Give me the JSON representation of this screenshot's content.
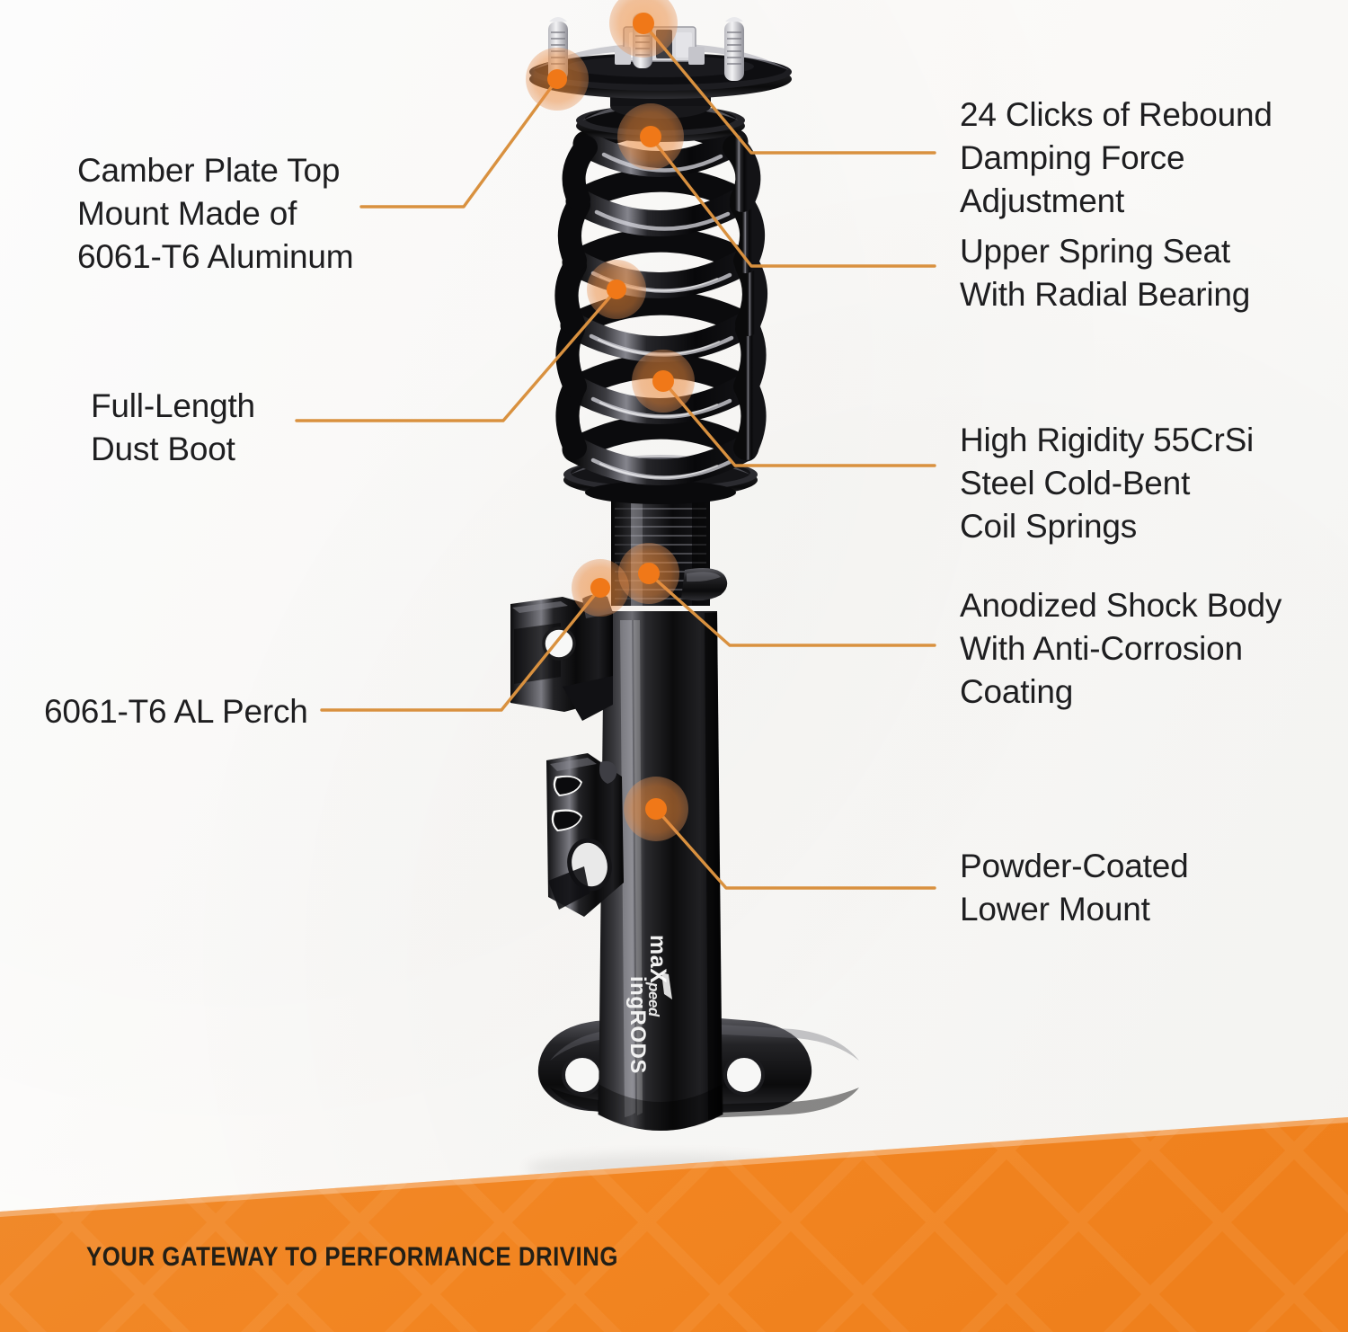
{
  "background_color": "#fbfbfa",
  "accent_color": "#f07818",
  "leader_color": "#d9913f",
  "banner_color": "#f28521",
  "product": {
    "brand_logo_text": "maXpeedingrods",
    "type": "coilover-shock-absorber-strut"
  },
  "callouts": [
    {
      "id": "camber-plate-top-mount",
      "side": "left",
      "text": "Camber Plate Top\nMount Made of\n6061-T6 Aluminum"
    },
    {
      "id": "full-length-dust-boot",
      "side": "left",
      "text": "Full-Length\nDust Boot"
    },
    {
      "id": "al-perch",
      "side": "left",
      "text": "6061-T6 AL Perch"
    },
    {
      "id": "rebound-damping",
      "side": "right",
      "text": "24 Clicks of Rebound\nDamping Force\nAdjustment"
    },
    {
      "id": "upper-spring-seat",
      "side": "right",
      "text": "Upper Spring Seat\nWith Radial Bearing"
    },
    {
      "id": "coil-springs",
      "side": "right",
      "text": "High Rigidity 55CrSi\nSteel Cold-Bent\nCoil Springs"
    },
    {
      "id": "shock-body",
      "side": "right",
      "text": "Anodized Shock Body\nWith Anti-Corrosion\nCoating"
    },
    {
      "id": "lower-mount",
      "side": "right",
      "text": "Powder-Coated\nLower Mount"
    }
  ],
  "footer": {
    "tagline": "YOUR GATEWAY TO PERFORMANCE DRIVING"
  }
}
